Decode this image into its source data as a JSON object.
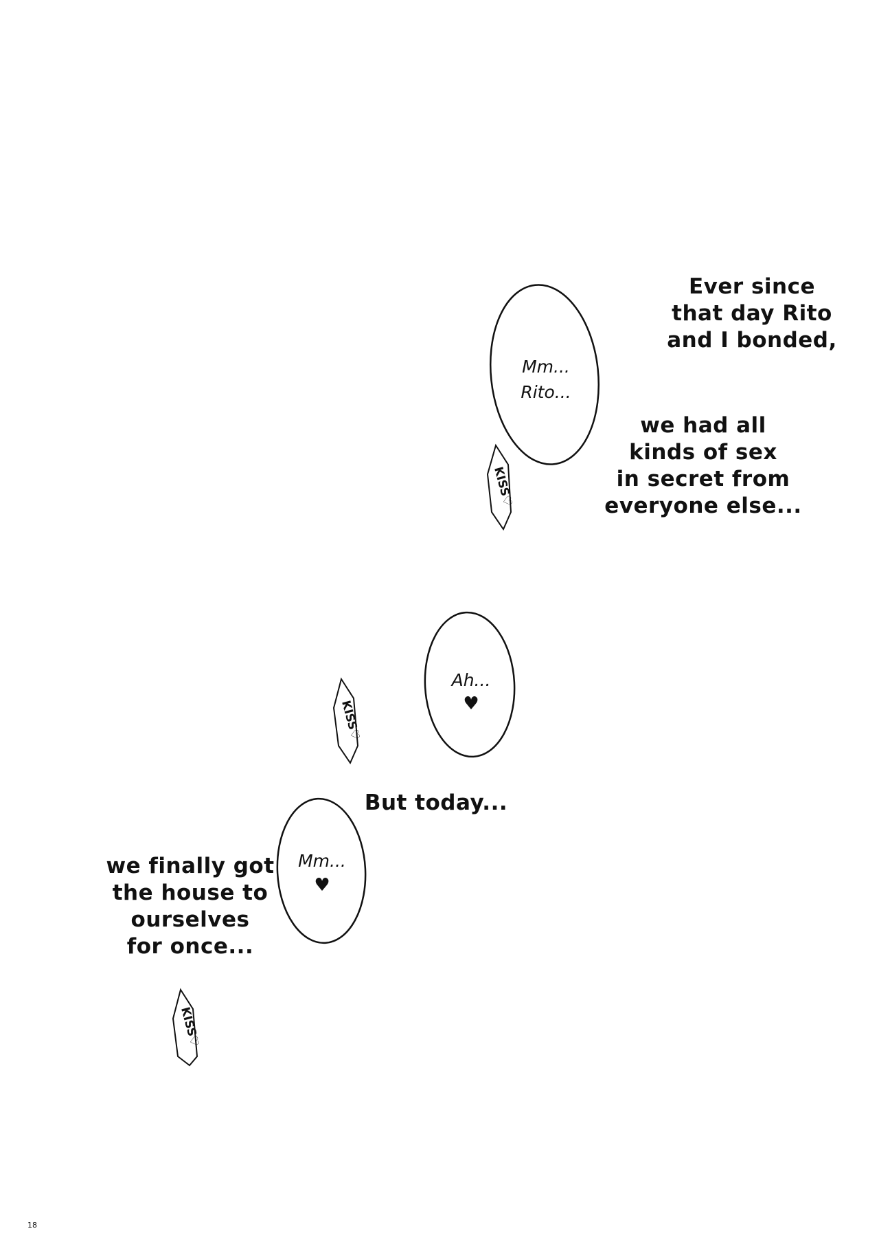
{
  "narration": {
    "block1": [
      "Ever since",
      "that day Rito",
      "and I bonded,"
    ],
    "block2": [
      "we had all",
      "kinds of sex",
      "in secret from",
      "everyone else..."
    ],
    "block3": "But today...",
    "block4": [
      "we finally got",
      "the house to",
      "ourselves",
      "for once..."
    ]
  },
  "bubbles": {
    "bubble1": [
      "Mm...",
      "Rito..."
    ],
    "bubble2": "Ah...",
    "bubble3": "Mm...",
    "heart": "♥"
  },
  "sound_effects": {
    "kiss1": "KISS♡",
    "kiss2": "KISS♡",
    "kiss3": "KISS♡"
  },
  "page_number": "18"
}
